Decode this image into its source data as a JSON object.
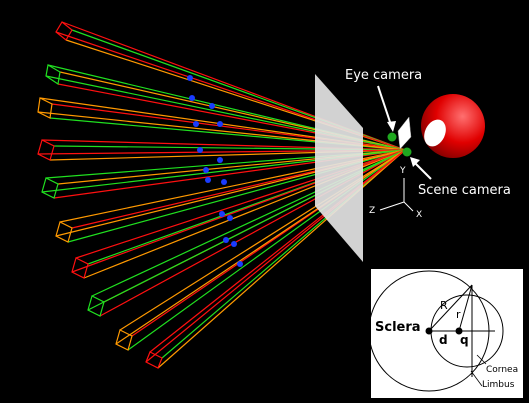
{
  "scene": {
    "background_color": "#000000",
    "ray_colors": [
      "#ff1010",
      "#20e020",
      "#ff9900"
    ],
    "marker_color": "#1a3cff",
    "screen_color": "#e4e4e4",
    "eyeball_color": "#e00000",
    "cornea_color": "#ffffff",
    "eye_camera_label": "Eye camera",
    "scene_camera_label": "Scene camera",
    "axes": {
      "x": "X",
      "y": "Y",
      "z": "Z"
    }
  },
  "inset": {
    "sclera_label": "Sclera",
    "R_label": "R",
    "r_label": "r",
    "d_label": "d",
    "q_label": "q",
    "cornea_label": "Cornea",
    "limbus_label": "Limbus"
  }
}
